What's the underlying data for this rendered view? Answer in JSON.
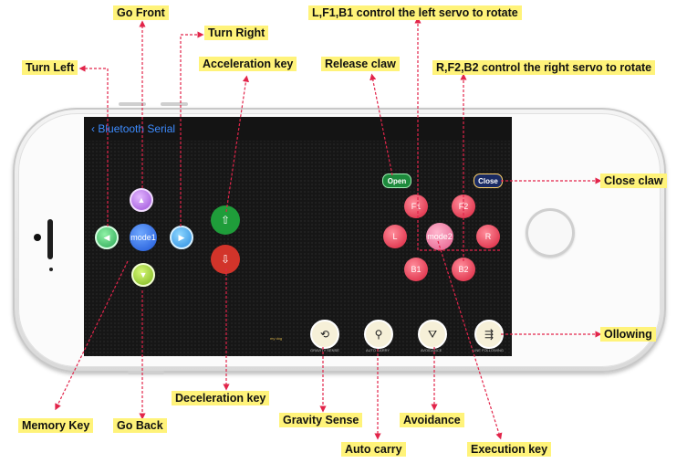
{
  "screen": {
    "nav_back": "Bluetooth Serial"
  },
  "pad": {
    "mode_left": "mode1",
    "mode_right": "mode2",
    "left_btn": "L",
    "right_btn": "R",
    "f1": "F1",
    "f2": "F2",
    "b1": "B1",
    "b2": "B2",
    "open": "Open",
    "close": "Close"
  },
  "functions": [
    {
      "label": "GRAVITY SENSE"
    },
    {
      "label": "AUTO CARRY"
    },
    {
      "label": "AVOIDANCE"
    },
    {
      "label": "LINE FOLLOWING"
    }
  ],
  "tiny_text": "my dog",
  "annotations": {
    "go_front": "Go Front",
    "turn_right": "Turn Right",
    "turn_left": "Turn Left",
    "acceleration": "Acceleration key",
    "servo_left": "L,F1,B1  control the left servo to rotate",
    "release_claw": "Release claw",
    "servo_right": "R,F2,B2 control the right servo to rotate",
    "close_claw": "Close claw",
    "ollowing": "Ollowing",
    "deceleration": "Deceleration key",
    "memory_key": "Memory Key",
    "go_back": "Go Back",
    "gravity_sense": "Gravity Sense",
    "avoidance": "Avoidance",
    "auto_carry": "Auto carry",
    "execution_key": "Execution key"
  },
  "colors": {
    "annotation_bg": "#fff37a",
    "arrow": "#e2244a"
  }
}
